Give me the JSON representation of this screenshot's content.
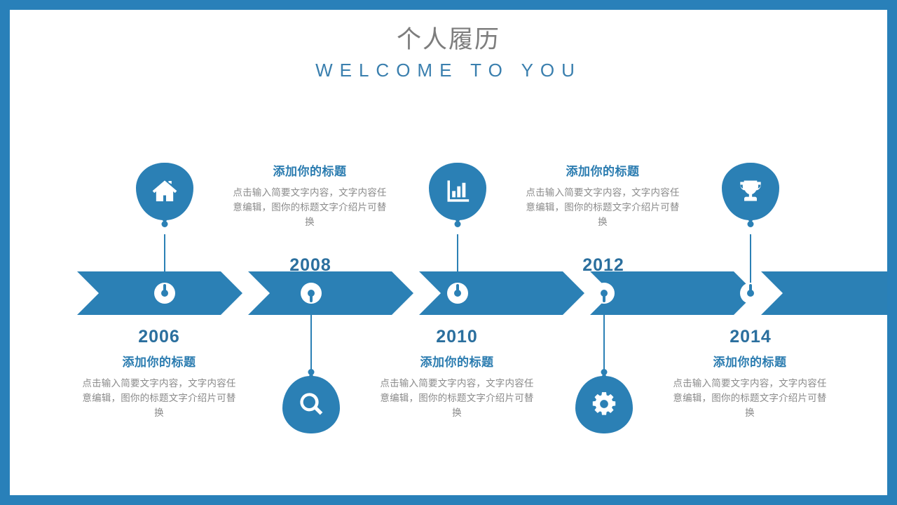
{
  "header": {
    "title_cn": "个人履历",
    "title_en": "WELCOME TO YOU"
  },
  "theme": {
    "frame_color": "#2980b9",
    "accent_blue": "#2b80b5",
    "year_color": "#2b6f9e",
    "title_gray": "#7d7d7d",
    "body_gray": "#8a8a8a",
    "slide_bg": "#ffffff"
  },
  "timeline": {
    "segments": 5,
    "nodes": [
      {
        "year": "2006",
        "icon": "home-icon",
        "pin_position": "top",
        "year_position": "bottom",
        "text_position": "bottom",
        "title": "添加你的标题",
        "body": "点击输入简要文字内容，文字内容任意编辑，图你的标题文字介绍片可替换"
      },
      {
        "year": "2008",
        "icon": "search-icon",
        "pin_position": "bottom",
        "year_position": "top",
        "text_position": "top",
        "title": "添加你的标题",
        "body": "点击输入简要文字内容，文字内容任意编辑，图你的标题文字介绍片可替换"
      },
      {
        "year": "2010",
        "icon": "bar-chart-icon",
        "pin_position": "top",
        "year_position": "bottom",
        "text_position": "bottom",
        "title": "添加你的标题",
        "body": "点击输入简要文字内容，文字内容任意编辑，图你的标题文字介绍片可替换"
      },
      {
        "year": "2012",
        "icon": "gear-icon",
        "pin_position": "bottom",
        "year_position": "top",
        "text_position": "top",
        "title": "添加你的标题",
        "body": "点击输入简要文字内容，文字内容任意编辑，图你的标题文字介绍片可替换"
      },
      {
        "year": "2014",
        "icon": "trophy-icon",
        "pin_position": "top",
        "year_position": "bottom",
        "text_position": "bottom",
        "title": "添加你的标题",
        "body": "点击输入简要文字内容，文字内容任意编辑，图你的标题文字介绍片可替换"
      }
    ]
  }
}
